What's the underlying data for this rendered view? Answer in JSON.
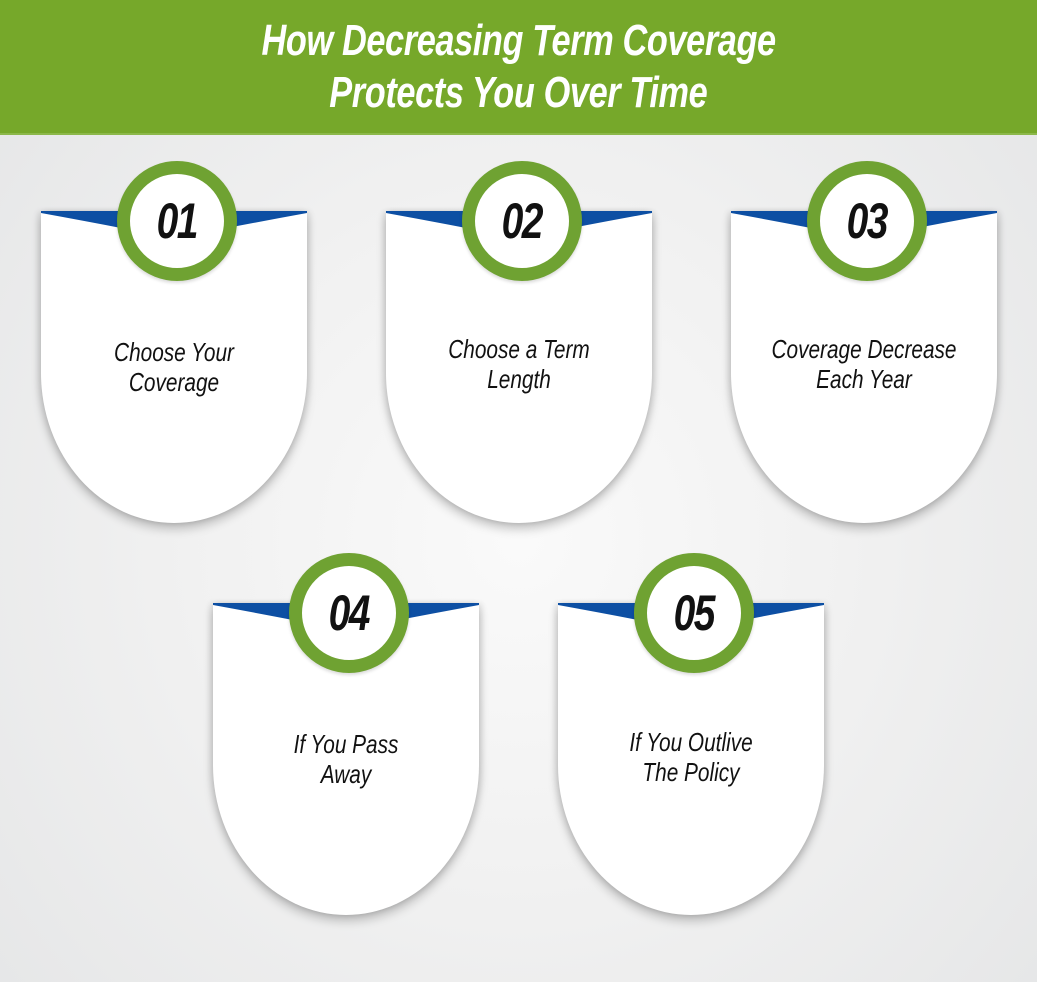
{
  "header": {
    "title_line1": "How Decreasing Term Coverage",
    "title_line2": "Protects You Over Time",
    "background_color": "#76a82a"
  },
  "colors": {
    "badge_ring": "#6fa232",
    "swoosh_blue": "#0d4fa3",
    "card_fill": "#ffffff",
    "text": "#111111"
  },
  "steps": [
    {
      "number": "01",
      "line1": "Choose Your",
      "line2": "Coverage"
    },
    {
      "number": "02",
      "line1": "Choose a Term",
      "line2": "Length"
    },
    {
      "number": "03",
      "line1": "Coverage Decrease",
      "line2": "Each Year"
    },
    {
      "number": "04",
      "line1": "If You Pass",
      "line2": "Away"
    },
    {
      "number": "05",
      "line1": "If You Outlive",
      "line2": "The Policy"
    }
  ]
}
